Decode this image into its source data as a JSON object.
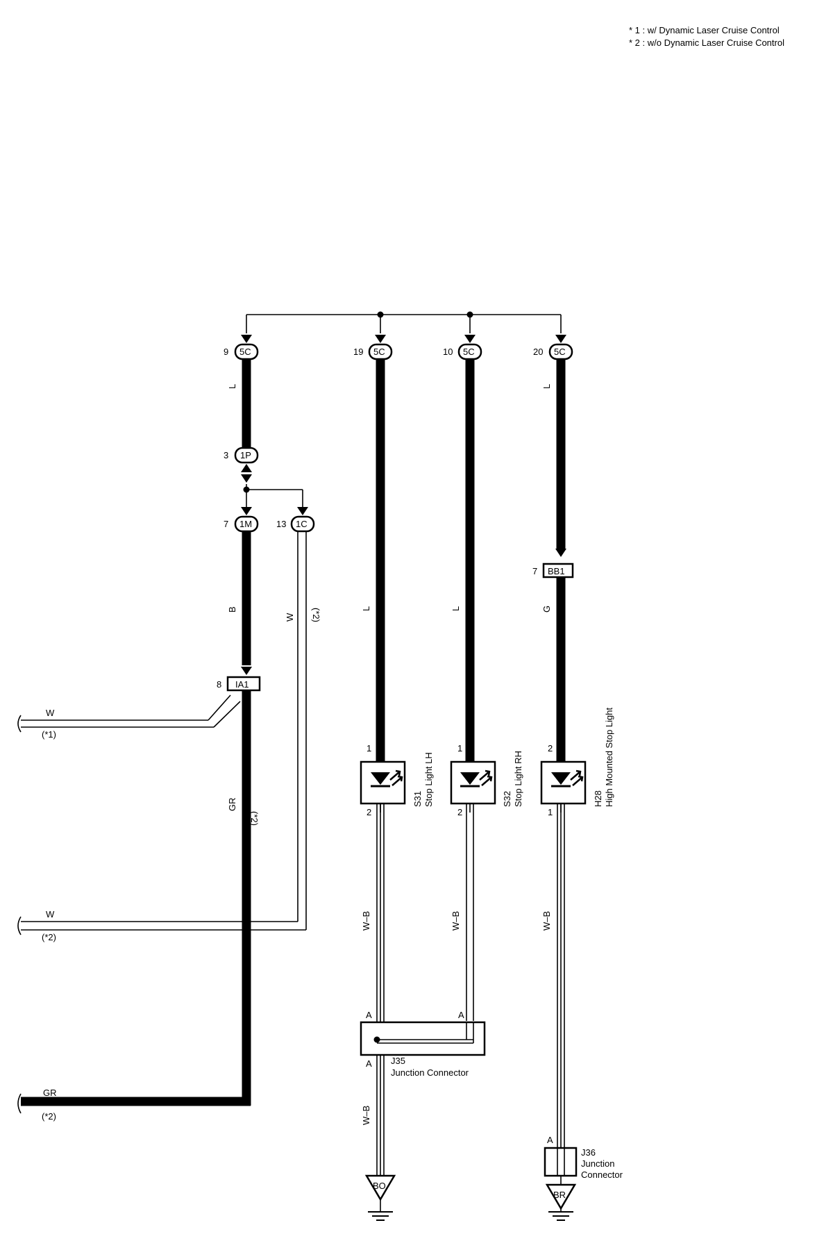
{
  "notes": [
    "* 1 : w/ Dynamic Laser Cruise Control",
    "* 2 : w/o Dynamic Laser Cruise Control"
  ],
  "connectors": {
    "c5c_a": {
      "code": "5C",
      "pin": "9"
    },
    "c5c_b": {
      "code": "5C",
      "pin": "19"
    },
    "c5c_c": {
      "code": "5C",
      "pin": "10"
    },
    "c5c_d": {
      "code": "5C",
      "pin": "20"
    },
    "c1p": {
      "code": "1P",
      "pin": "3"
    },
    "c1m": {
      "code": "1M",
      "pin": "7"
    },
    "c1c": {
      "code": "1C",
      "pin": "13"
    },
    "bb1": {
      "code": "BB1",
      "pin": "7"
    },
    "ia1": {
      "code": "IA1",
      "pin": "8"
    }
  },
  "wires": {
    "l1": "L",
    "l2": "L",
    "l3": "L",
    "l4": "L",
    "b": "B",
    "w": "W",
    "w_note": "(*2)",
    "g": "G",
    "gr": "GR",
    "gr_note": "(*2)",
    "wb1": "W–B",
    "wb2": "W–B",
    "wb3": "W–B",
    "wb4": "W–B"
  },
  "left_wires": [
    {
      "color": "W",
      "note": "(*1)"
    },
    {
      "color": "W",
      "note": "(*2)"
    },
    {
      "color": "GR",
      "note": "(*2)"
    }
  ],
  "components": {
    "s31": {
      "code": "S31",
      "name": "Stop Light LH",
      "pin_top": "1",
      "pin_bottom": "2"
    },
    "s32": {
      "code": "S32",
      "name": "Stop Light RH",
      "pin_top": "1",
      "pin_bottom": "2"
    },
    "h28": {
      "code": "H28",
      "name": "High Mounted Stop Light",
      "pin_top": "2",
      "pin_bottom": "1"
    },
    "j35": {
      "code": "J35",
      "name": "Junction Connector",
      "pin_a1": "A",
      "pin_a2": "A",
      "pin_a3": "A"
    },
    "j36": {
      "code": "J36",
      "name1": "Junction",
      "name2": "Connector",
      "pin_a": "A"
    }
  },
  "grounds": {
    "bo": "BO",
    "br": "BR"
  }
}
